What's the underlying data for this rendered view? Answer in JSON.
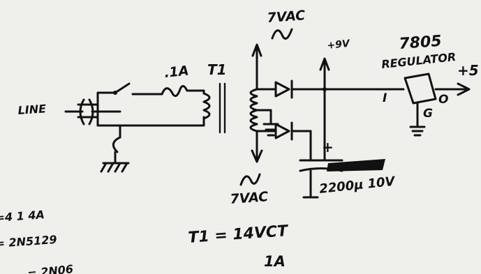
{
  "colors": {
    "paper": "#efefeb",
    "ink": "#111111"
  },
  "labels": {
    "line": "LINE",
    "fuse": ".1A",
    "transformer": "T1",
    "ac_top": "7VAC",
    "ac_bottom": "7VAC",
    "rail": "+9V",
    "reg_part": "7805",
    "reg_title": "REGULATOR",
    "output": "+5",
    "pin_in": "I",
    "pin_out": "O",
    "pin_gnd": "G",
    "cap_polarity": "+",
    "capacitor": "2200µ 10V",
    "note_t1_line1": "T1 = 14VCT",
    "note_t1_line2": "1A",
    "note_left_1": "=4 1 4A",
    "note_left_2": "= 2N5129",
    "note_left_3": "= 2N06"
  }
}
